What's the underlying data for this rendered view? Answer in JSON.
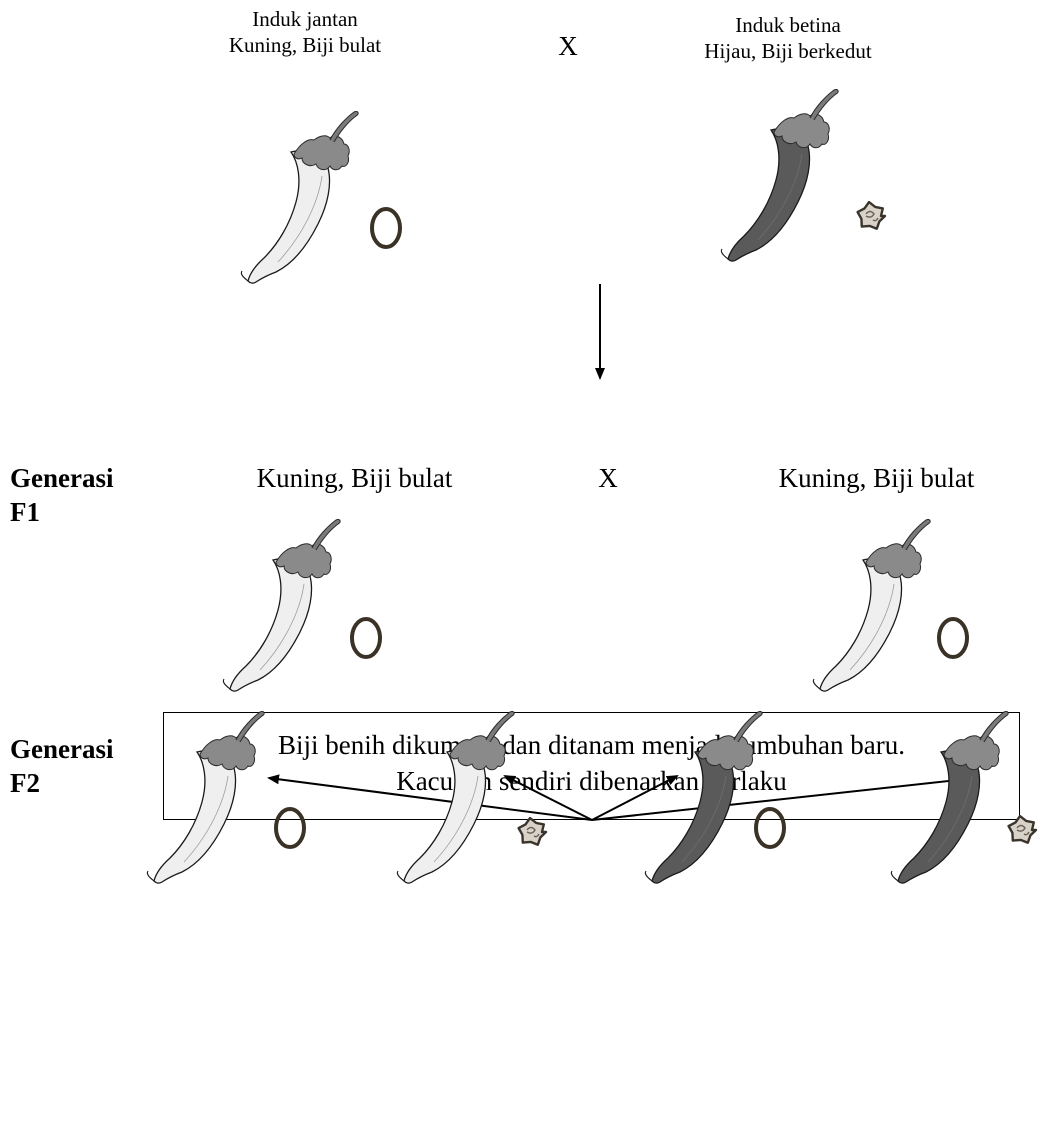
{
  "parents": {
    "male": {
      "line1": "Induk jantan",
      "line2": "Kuning, Biji bulat"
    },
    "cross": "X",
    "female": {
      "line1": "Induk betina",
      "line2": "Hijau, Biji berkedut"
    }
  },
  "f1": {
    "label_line1": "Generasi",
    "label_line2": "F1",
    "left": "Kuning, Biji bulat",
    "cross": "X",
    "right": "Kuning, Biji bulat"
  },
  "note": {
    "line1": "Biji benih dikumpul dan ditanam menjadi tumbuhan baru.",
    "line2": "Kacukan sendiri dibenarkan berlaku"
  },
  "f2": {
    "label_line1": "Generasi",
    "label_line2": "F2"
  },
  "colors": {
    "yellow_pod": "#efefef",
    "green_pod": "#5a5a5a",
    "calyx": "#8a8a8a",
    "seed_ring": "#3a3226",
    "wrinkled_seed": "#d8d2c8"
  },
  "plants": [
    {
      "id": "parent-male",
      "pod": "yellow",
      "seed": "round"
    },
    {
      "id": "parent-female",
      "pod": "green",
      "seed": "wrinkled"
    },
    {
      "id": "f1-left",
      "pod": "yellow",
      "seed": "round"
    },
    {
      "id": "f1-right",
      "pod": "yellow",
      "seed": "round"
    },
    {
      "id": "f2-1",
      "pod": "yellow",
      "seed": "round"
    },
    {
      "id": "f2-2",
      "pod": "yellow",
      "seed": "wrinkled"
    },
    {
      "id": "f2-3",
      "pod": "green",
      "seed": "round"
    },
    {
      "id": "f2-4",
      "pod": "green",
      "seed": "wrinkled"
    }
  ]
}
